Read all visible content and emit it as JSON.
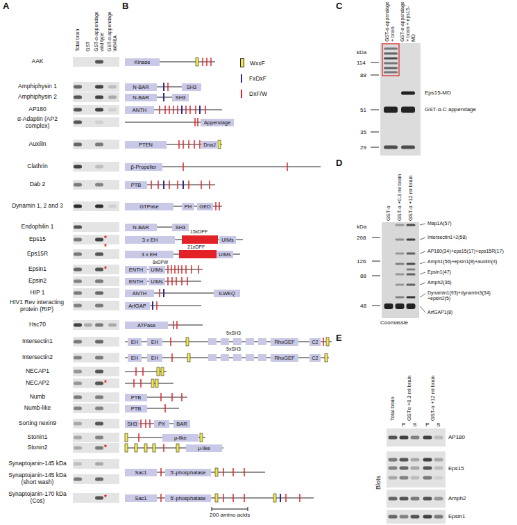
{
  "diagram": {
    "nodes": [
      {
        "text": [
          "Kinase"
        ]
      },
      {
        "text": [
          "N-BAR"
        ]
      },
      {
        "text": [
          "SH3"
        ]
      },
      {
        "text": [
          "N-BAR"
        ]
      },
      {
        "text": [
          "SH3"
        ]
      },
      {
        "text": [
          "ANTH"
        ]
      },
      {
        "text": [
          "Appendage"
        ]
      },
      {
        "text": [
          "PTEN"
        ]
      },
      {
        "text": [
          "DnaJ"
        ]
      },
      {
        "text": [
          "β-Propeller"
        ]
      },
      {
        "text": [
          "PTB"
        ]
      },
      {
        "text": [
          "GTPase"
        ]
      },
      {
        "text": [
          "PH"
        ]
      },
      {
        "text": [
          "GED"
        ]
      },
      {
        "text": [
          "N-BAR"
        ]
      },
      {
        "text": [
          "SH3"
        ]
      },
      {
        "text": [
          "3 x EH"
        ]
      },
      {
        "text": [
          "UIMs"
        ]
      },
      {
        "text": [
          "3 x EH"
        ]
      },
      {
        "text": [
          "UIMs"
        ]
      },
      {
        "text": [
          "ENTH"
        ]
      },
      {
        "text": [
          "UIMs"
        ]
      },
      {
        "text": [
          "ENTH"
        ]
      },
      {
        "text": [
          "UIMs"
        ]
      },
      {
        "text": [
          "ANTH"
        ]
      },
      {
        "text": [
          "ILWEQ"
        ]
      },
      {
        "text": [
          "ArfGAP"
        ]
      },
      {
        "text": [
          "ATPase"
        ]
      },
      {
        "text": [
          "EH"
        ]
      },
      {
        "text": [
          "EH"
        ]
      },
      {
        "text": [
          "RhoGEF"
        ]
      },
      {
        "text": [
          "C2"
        ]
      },
      {
        "text": [
          "EH"
        ]
      },
      {
        "text": [
          "EH"
        ]
      },
      {
        "text": [
          "RhoGEF"
        ]
      },
      {
        "text": [
          "C2"
        ]
      },
      {
        "text": [
          "PTB"
        ]
      },
      {
        "text": [
          "PTB"
        ]
      },
      {
        "text": [
          "SH3"
        ]
      },
      {
        "text": [
          "PX"
        ]
      },
      {
        "text": [
          "BAR"
        ]
      },
      {
        "text": [
          "μ-like"
        ]
      },
      {
        "text": [
          "μ-like"
        ]
      },
      {
        "text": [
          "Sac1"
        ]
      },
      {
        "text": [
          "5'-phosphatase"
        ]
      },
      {
        "text": [
          "Sac1"
        ]
      },
      {
        "text": [
          "5'-phosphatase"
        ]
      }
    ],
    "labels": [
      "A",
      "Total brain",
      "GST",
      "GST-α-appendage wild type",
      "GST-α-appendage W840A",
      "AAK",
      "Amphiphysin 1",
      "Amphiphysin 2",
      "AP180",
      "α-Adaptin (AP2 complex)",
      "Auxilin",
      "Clathrin",
      "Dab 2",
      "Dynamin 1, 2 and 3",
      "Endophilin 1",
      "Eps15",
      "Eps15R",
      "Epsin1",
      "Epsin2",
      "HIP 1",
      "HIV1 Rev interacting protein (RIP)",
      "Hsc70",
      "Intersectin1",
      "Intersectin2",
      "NECAP1",
      "NECAP2",
      "Numb",
      "Numb-like",
      "Sorting nexin9",
      "Stonin1",
      "Stonin2",
      "Synaptojanin-145 kDa",
      "Synaptojanin-145 kDa (short wash)",
      "Synaptojanin-170 kDa (Cos)",
      "*",
      "*",
      "*",
      "*",
      "*",
      "*",
      "B",
      "15xDPF",
      "21xDPF",
      "8xDPW",
      "5xSH3",
      "5xSH3",
      "200 amino acids",
      "C",
      "GST-α-appendage + brain",
      "GST-α-appendage + brain + eps15-MD",
      "kDa",
      "114",
      "88",
      "51",
      "35",
      "29",
      "Eps15-MD",
      "GST-α-C appendage",
      "D",
      "GST-α",
      "GST-α +0.3 ml brain",
      "GST-α +12 ml brain",
      "kDa",
      "208",
      "126",
      "88",
      "48",
      "Coomassie",
      "Map1A(57)",
      "Intersectin1+2(58)",
      "AP180(34)+eps15(17)+eps15R(17)",
      "Amph1(56)+epsin1(8)+auxilin(4)",
      "Epsin1(47)",
      "Amph2(36)",
      "Dynamin1(93)+dynamin3(34) +epsin2(5)",
      "ArfGAP1(8)",
      "E",
      "Total brain",
      "GSTα +0.3 ml brain",
      "GST-α +12 ml brain",
      "P",
      "S",
      "P",
      "S",
      "AP180",
      "Eps15",
      "Amph2",
      "Epsin1",
      "Blots"
    ],
    "legend": [
      {
        "text": "WxxF",
        "color": "#f2e84a"
      },
      {
        "text": "FxDxF",
        "color": "#2b2b8f"
      },
      {
        "text": "DxF/W",
        "color": "#e32227"
      }
    ]
  }
}
